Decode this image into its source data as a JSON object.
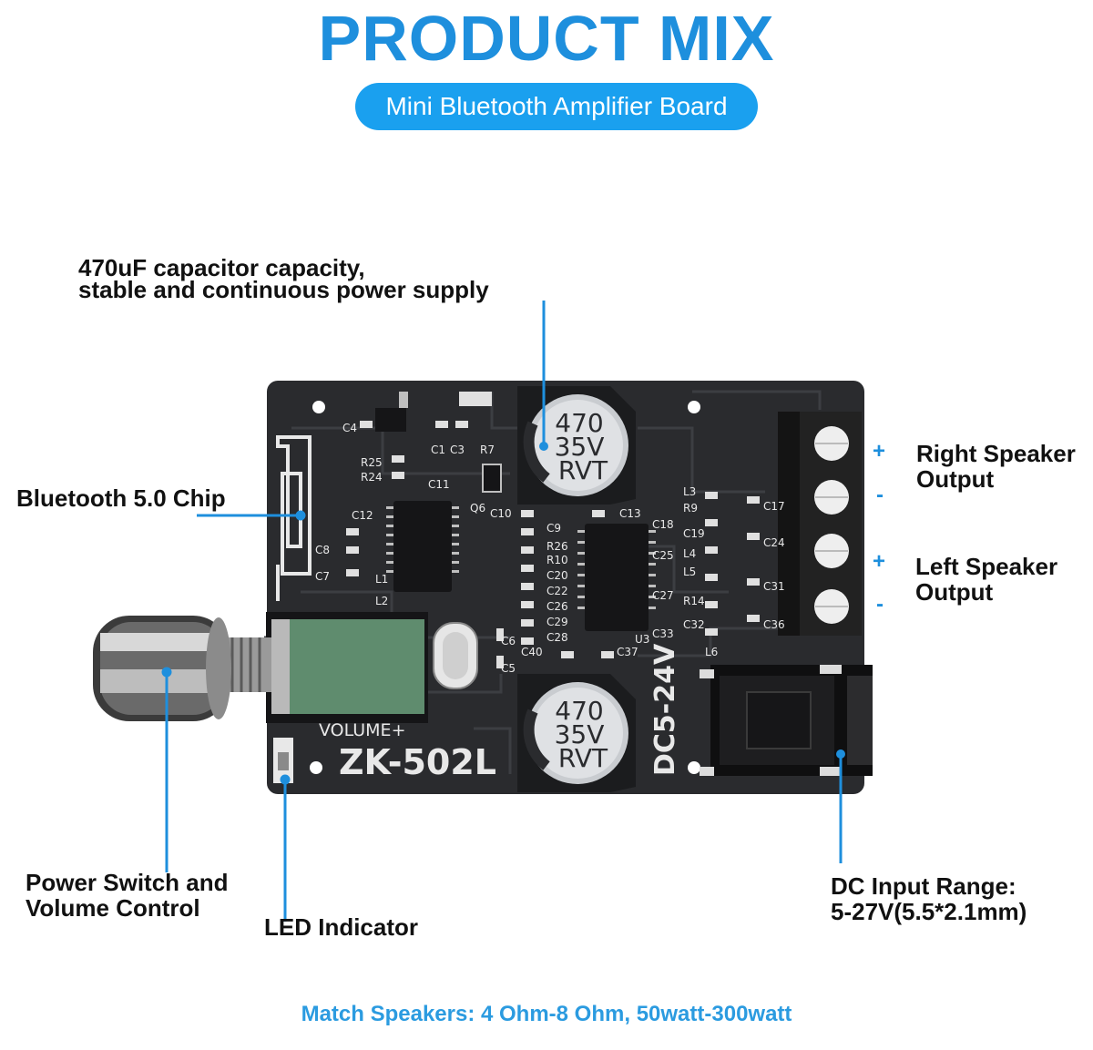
{
  "header": {
    "title": "PRODUCT MIX",
    "subtitle": "Mini Bluetooth Amplifier Board"
  },
  "callouts": {
    "capacitor": [
      "470uF capacitor capacity,",
      "stable and continuous power supply"
    ],
    "bluetooth": "Bluetooth 5.0 Chip",
    "right_speaker": [
      "Right Speaker",
      "Output"
    ],
    "left_speaker": [
      "Left Speaker",
      "Output"
    ],
    "power_switch": [
      "Power Switch and",
      "Volume Control"
    ],
    "led": "LED Indicator",
    "dc_input": [
      "DC Input Range:",
      "5-27V(5.5*2.1mm)"
    ]
  },
  "polarity": {
    "plus": "+",
    "minus": "-"
  },
  "board": {
    "model": "ZK-502L",
    "volume_label": "VOLUME+",
    "voltage_label": "DC5-24V",
    "capacitor_lines": [
      "470",
      "35V",
      "RVT"
    ],
    "components": [
      "C4",
      "C1",
      "C3",
      "R7",
      "R25",
      "R24",
      "C11",
      "Q6",
      "C10",
      "C12",
      "C8",
      "C7",
      "L1",
      "L2",
      "C9",
      "R26",
      "R10",
      "C20",
      "C22",
      "C26",
      "C29",
      "C28",
      "C40",
      "C6",
      "C5",
      "C13",
      "C18",
      "C25",
      "C27",
      "C33",
      "U3",
      "C37",
      "R9",
      "L3",
      "C19",
      "L4",
      "L5",
      "R14",
      "C32",
      "C17",
      "C24",
      "C31",
      "C36",
      "L6"
    ]
  },
  "colors": {
    "accent": "#1e8fdd",
    "pill": "#1aa0ef",
    "board": "#2a2b2e",
    "capacitor": "#c9ccd0"
  },
  "footer": "Match Speakers: 4 Ohm-8 Ohm, 50watt-300watt"
}
